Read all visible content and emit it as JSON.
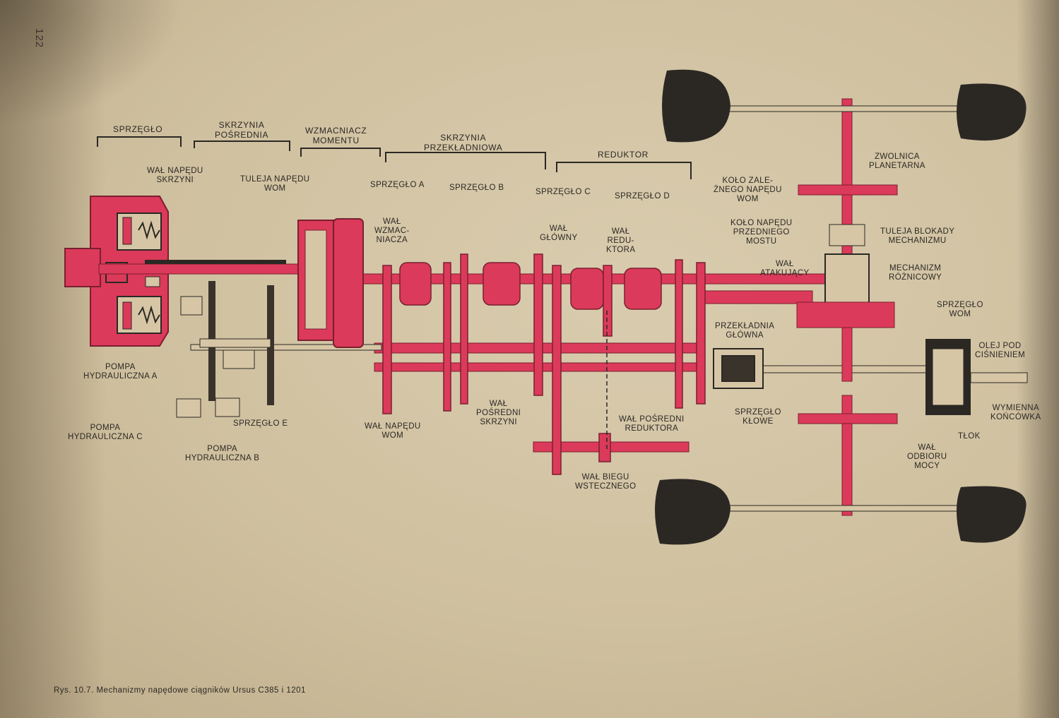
{
  "page_number": "122",
  "sections": {
    "sprzeglo": "SPRZĘGŁO",
    "skrzynia_posrednia": "SKRZYNIA\nPOŚREDNIA",
    "wzmacniacz": "WZMACNIACZ\nMOMENTU",
    "skrzynia_przekladniowa": "SKRZYNIA\nPRZEKŁADNIOWA",
    "reduktor": "REDUKTOR"
  },
  "labels": {
    "wal_napedu_skrzyni": "WAŁ NAPĘDU\nSKRZYNI",
    "tuleja_napedu_wom": "TULEJA NAPĘDU\nWOM",
    "sprzeglo_a": "SPRZĘGŁO a",
    "sprzeglo_b": "SPRZĘGŁO b",
    "sprzeglo_c_top": "SPRZĘGŁO c",
    "sprzeglo_d": "SPRZĘGŁO d",
    "kolo_zaleznego": "KOŁO ZALE-\nŻNEGO NAPĘDU\nWOM",
    "zwolnica": "ZWOLNICA\nPLANETARNA",
    "wal_wzmacniacza": "WAŁ\nWZMAC-\nNIACZA",
    "wal_glowny": "WAŁ\nGŁÓWNY",
    "wal_reduktora": "WAŁ\nREDU-\nKTORA",
    "kolo_napedu_przedniego": "KOŁO NAPĘDU\nPRZEDNIEGO\nMOSTU",
    "tuleja_blokady": "TULEJA BLOKADY\nMECHANIZMU",
    "wal_atakujacy": "WAŁ\nATAKUJĄCY",
    "mechanizm_roznicowy": "MECHANIZM\nRÓŻNICOWY",
    "sprzeglo_wom": "SPRZĘGŁO\nWOM",
    "przekladnia_glowna": "PRZEKŁADNIA\nGŁÓWNA",
    "olej": "OLEJ POD\nCIŚNIENIEM",
    "pompa_a": "POMPA\nHYDRAULICZNA A",
    "pompa_c": "POMPA\nHYDRAULICZNA C",
    "sprzeglo_e": "SPRZĘGŁO e",
    "pompa_b": "POMPA\nHYDRAULICZNA B",
    "wal_napedu_wom": "WAŁ NAPĘDU\nWOM",
    "wal_posredni_skrzyni": "WAŁ\nPOŚREDNI\nSKRZYNI",
    "wal_posredni_reduktora": "WAŁ POŚREDNI\nREDUKTORA",
    "sprzeglo_klowe": "SPRZĘGŁO\nKŁOWE",
    "wymienna": "WYMIENNA\nKOŃCÓWKA",
    "tlok": "TŁOK",
    "wal_odbioru": "WAŁ\nODBIORU\nMOCY",
    "wal_biegu": "WAŁ BIEGU\nWSTECZNEGO"
  },
  "caption": "Rys. 10.7. Mechanizmy napędowe ciągników Ursus C385 i 1201",
  "colors": {
    "paper": "#d3c5a6",
    "red": "#dc3a5a",
    "ink": "#2b2824"
  }
}
